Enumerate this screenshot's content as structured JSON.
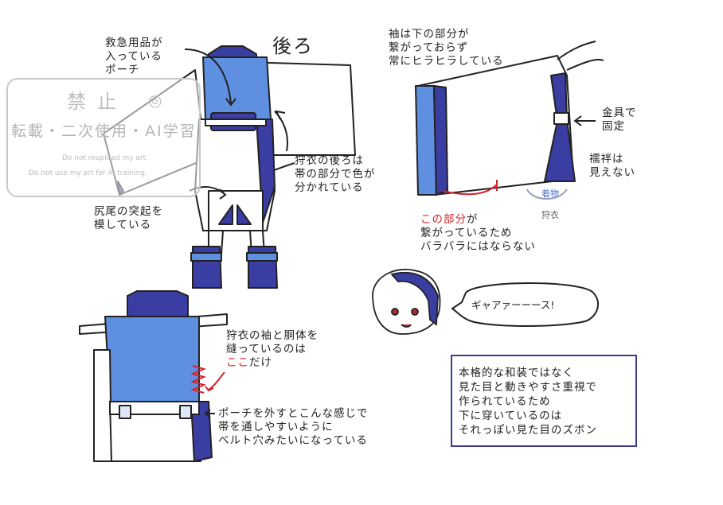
{
  "title_back": "後ろ",
  "watermark": {
    "line1": "禁止",
    "line2": "転載・二次使用・AI学習",
    "line3": "Do not reupload my art.",
    "line4": "Do not use my art for AI training."
  },
  "notes": {
    "pouch": [
      "救急用品が",
      "入っている",
      "ポーチ"
    ],
    "hunting_back": [
      "狩衣の後ろは",
      "帯の部分で色が",
      "分かれている"
    ],
    "tail": [
      "尻尾の突起を",
      "模している"
    ],
    "sleeve_bottom": [
      "袖は下の部分が",
      "繋がっておらず",
      "常にヒラヒラしている"
    ],
    "metal": [
      "金具で",
      "固定"
    ],
    "no_collar": [
      "襦袢は",
      "見えない"
    ],
    "kimono_label": "着物",
    "kariginu_label": "狩衣",
    "connected_part_red": "この部分",
    "connected_part": [
      "が",
      "繋がっているため",
      "バラバラにはならない"
    ],
    "sewn": {
      "line1": "狩衣の袖と胴体を",
      "line2": "縫っているのは",
      "here_red": "ここ",
      "here_rest": "だけ"
    },
    "pouch_removed": [
      "ポーチを外すとこんな感じで",
      "帯を通しやすいように",
      "ベルト穴みたいになっている"
    ],
    "scream": "ギャアァーーース!",
    "summary": [
      "本格的な和装ではなく",
      "見た目と動きやすさ重視で",
      "作られているため",
      "下に穿いているのは",
      "それっぽい見た目のズボン"
    ]
  },
  "colors": {
    "blue": "#3a3ea3",
    "light_blue": "#5e8fe0",
    "mid_blue": "#4a6fd0",
    "red": "#d2232a",
    "box_border": "#3d3b96"
  }
}
